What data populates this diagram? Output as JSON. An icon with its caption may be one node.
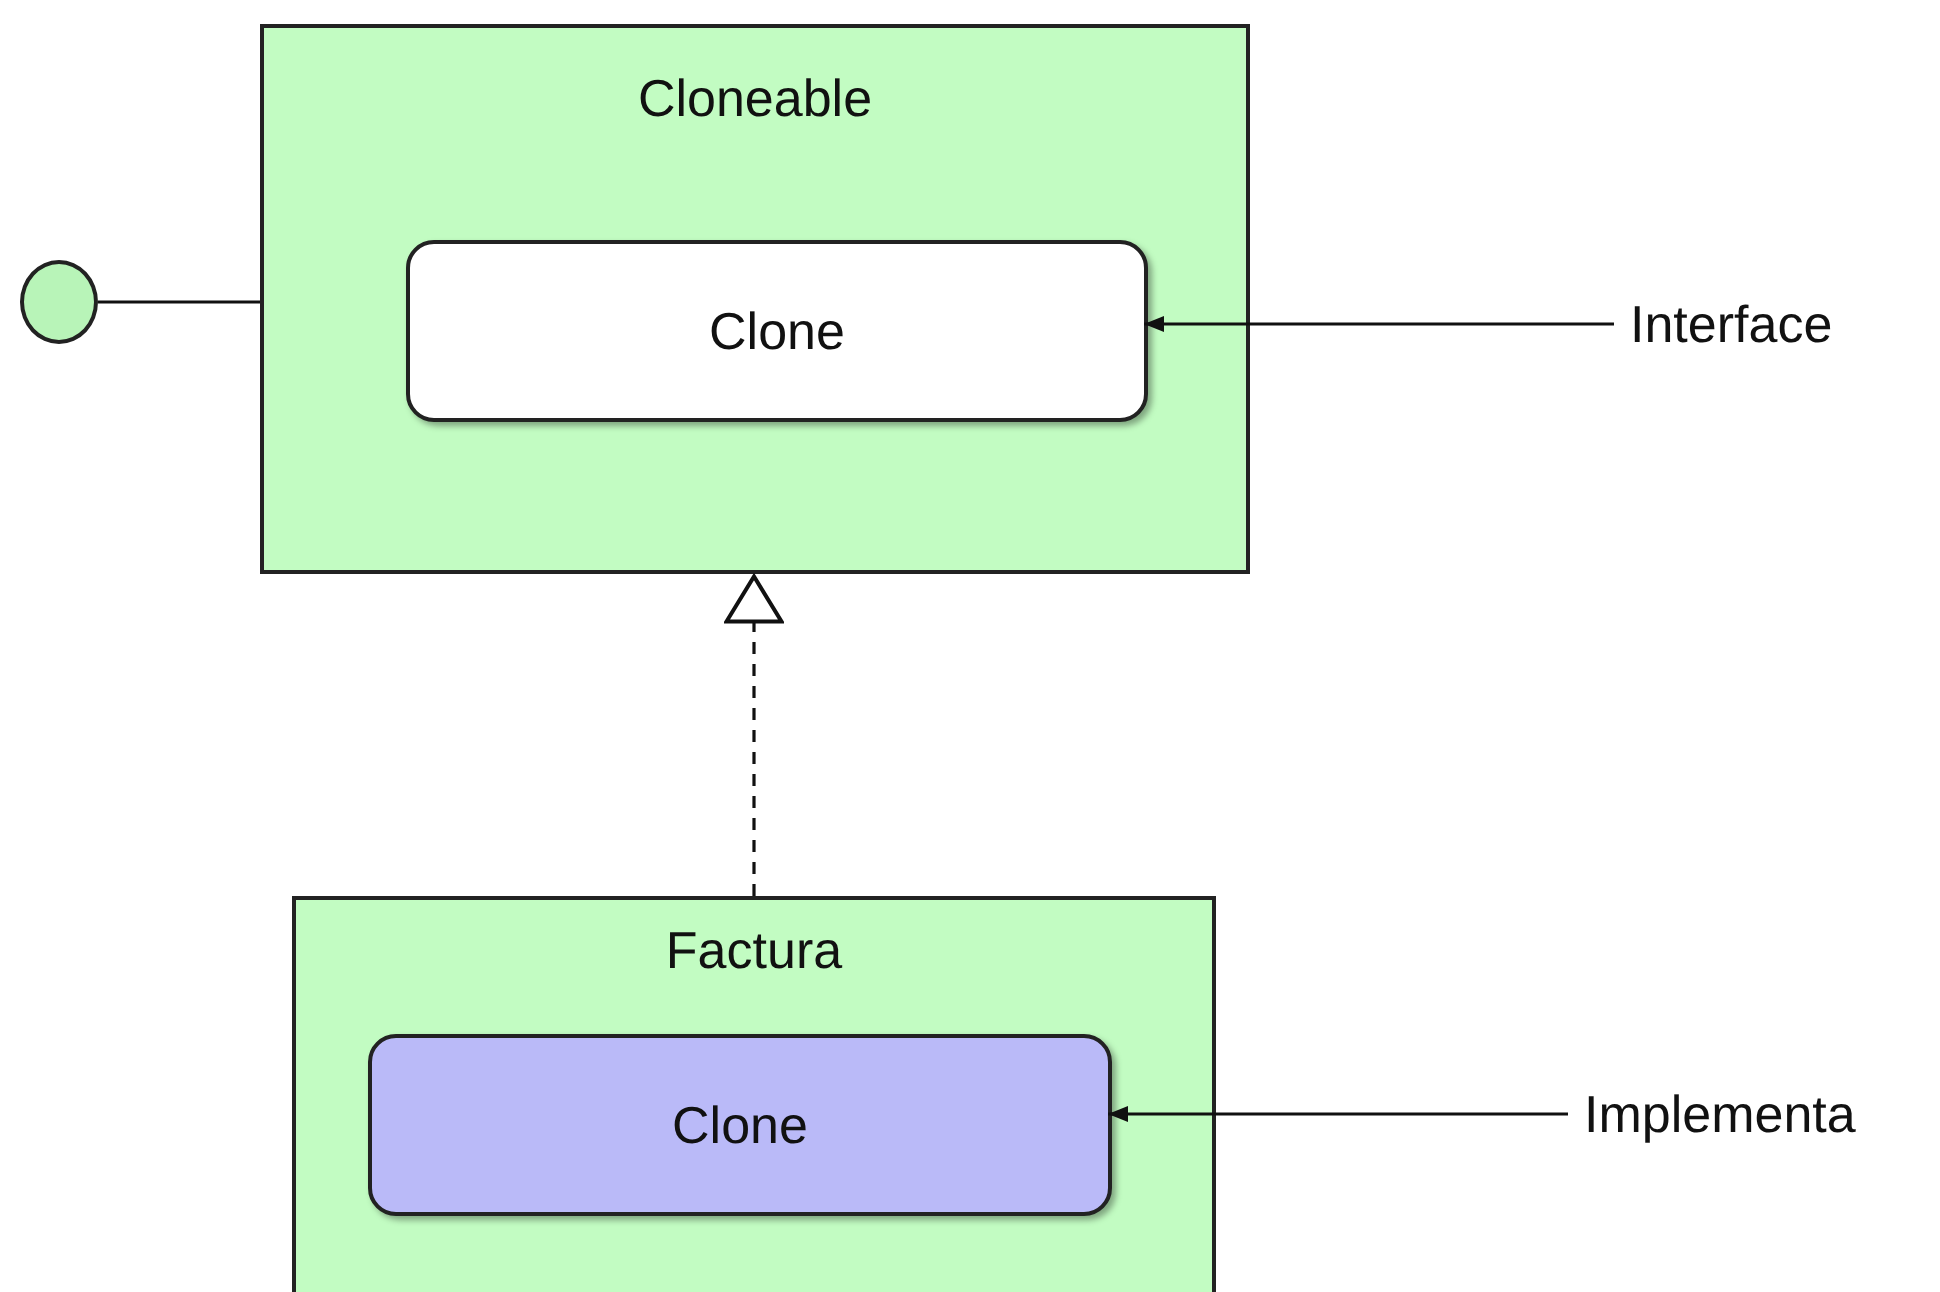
{
  "diagram": {
    "nodes": [
      {
        "text": [
          "Cloneable"
        ]
      },
      {
        "text": [
          "Clone"
        ],
        "in": 0
      },
      {
        "text": [],
        "shape": "circle"
      },
      {
        "text": [
          "Interface"
        ]
      },
      {
        "text": [
          "Factura"
        ]
      },
      {
        "text": [
          "Clone"
        ],
        "in": 4
      },
      {
        "text": [
          "Implementa"
        ]
      }
    ],
    "edges": [
      {
        "from": 2,
        "to": 0,
        "arrow": "none"
      },
      {
        "from": 3,
        "to": 1,
        "arrow": "to"
      },
      {
        "from": 4,
        "to": 0,
        "arrow": "to",
        "style": "dashed"
      },
      {
        "from": 6,
        "to": 5,
        "arrow": "to"
      }
    ]
  }
}
